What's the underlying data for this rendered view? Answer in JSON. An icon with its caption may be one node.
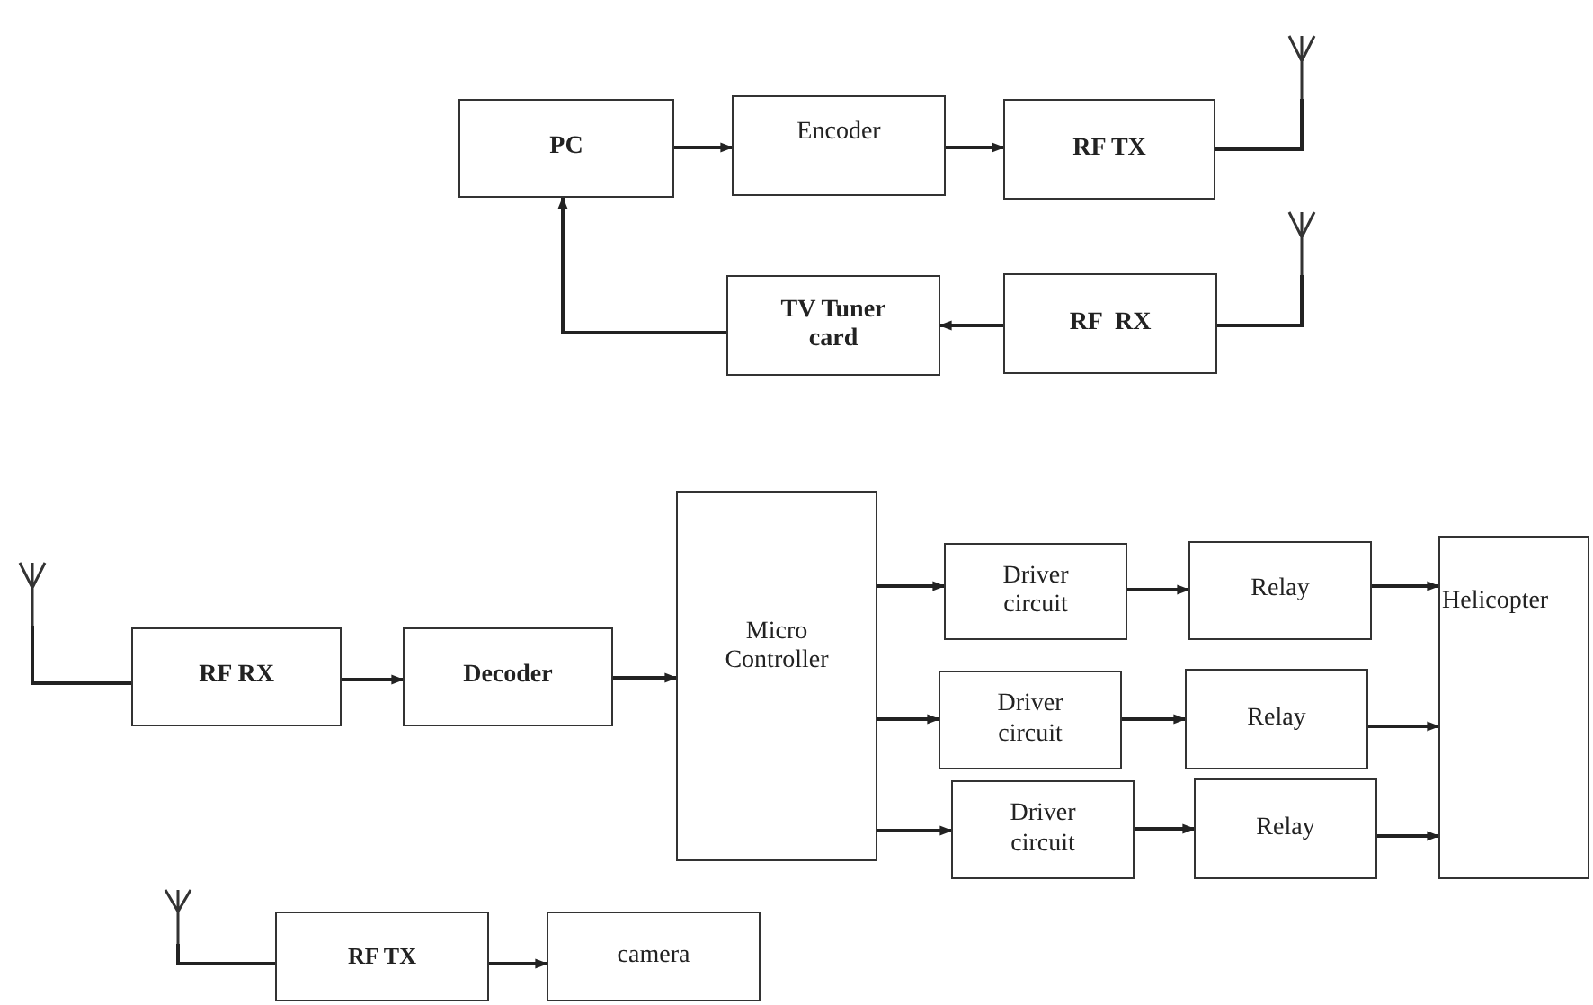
{
  "diagram": {
    "nodes": [
      {
        "text": [
          "PC"
        ]
      },
      {
        "text": [
          "Encoder"
        ]
      },
      {
        "text": [
          "RF TX"
        ]
      },
      {
        "text": [],
        "shape": "antenna"
      },
      {
        "text": [
          "TV Tuner card"
        ]
      },
      {
        "text": [
          "RF  RX"
        ]
      },
      {
        "text": [],
        "shape": "antenna"
      },
      {
        "text": [],
        "shape": "antenna"
      },
      {
        "text": [
          "RF RX"
        ]
      },
      {
        "text": [
          "Decoder"
        ]
      },
      {
        "text": [
          "Micro Controller"
        ]
      },
      {
        "text": [
          "Driver circuit"
        ]
      },
      {
        "text": [
          "Relay"
        ]
      },
      {
        "text": [
          "Driver circuit"
        ]
      },
      {
        "text": [
          "Relay"
        ]
      },
      {
        "text": [
          "Driver circuit"
        ]
      },
      {
        "text": [
          "Relay"
        ]
      },
      {
        "text": [
          "Helicopter"
        ]
      },
      {
        "text": [],
        "shape": "antenna"
      },
      {
        "text": [
          "RF TX"
        ]
      },
      {
        "text": [
          "camera"
        ]
      }
    ],
    "edges": [
      {
        "from": 0,
        "to": 1,
        "arrow": "to"
      },
      {
        "from": 1,
        "to": 2,
        "arrow": "to"
      },
      {
        "from": 2,
        "to": 3,
        "arrow": "none"
      },
      {
        "from": 5,
        "to": 6,
        "arrow": "none"
      },
      {
        "from": 5,
        "to": 4,
        "arrow": "to"
      },
      {
        "from": 4,
        "to": 0,
        "arrow": "to"
      },
      {
        "from": 7,
        "to": 8,
        "arrow": "none"
      },
      {
        "from": 8,
        "to": 9,
        "arrow": "to"
      },
      {
        "from": 9,
        "to": 10,
        "arrow": "to"
      },
      {
        "from": 10,
        "to": 11,
        "arrow": "to"
      },
      {
        "from": 10,
        "to": 13,
        "arrow": "to"
      },
      {
        "from": 10,
        "to": 15,
        "arrow": "to"
      },
      {
        "from": 11,
        "to": 12,
        "arrow": "to"
      },
      {
        "from": 13,
        "to": 14,
        "arrow": "to"
      },
      {
        "from": 15,
        "to": 16,
        "arrow": "to"
      },
      {
        "from": 12,
        "to": 17,
        "arrow": "to"
      },
      {
        "from": 14,
        "to": 17,
        "arrow": "to"
      },
      {
        "from": 16,
        "to": 17,
        "arrow": "to"
      },
      {
        "from": 19,
        "to": 18,
        "arrow": "none"
      },
      {
        "from": 19,
        "to": 20,
        "arrow": "to"
      }
    ]
  }
}
